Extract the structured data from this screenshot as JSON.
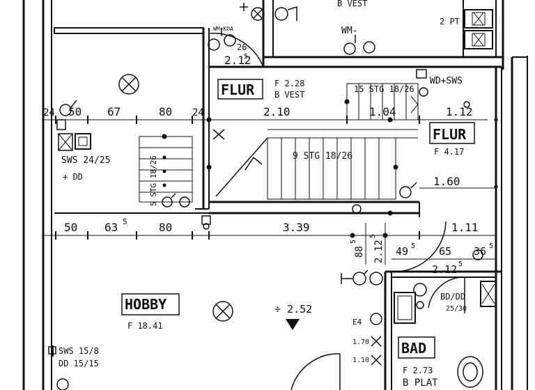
{
  "rooms": {
    "flur_upper": {
      "name": "FLUR",
      "area": "F 2.28",
      "floor": "B VEST"
    },
    "flur_right": {
      "name": "FLUR",
      "area": "F 4.17"
    },
    "hobby": {
      "name": "HOBBY",
      "area": "F 18.41"
    },
    "bad": {
      "name": "BAD",
      "area": "F 2.73",
      "floor": "B PLAT"
    }
  },
  "top": {
    "b_vest": "B VEST",
    "two_pt": "2 PT",
    "wm": "WM-",
    "wmkoa": "WM+KOA",
    "dim_212": "2.12",
    "dim_212_sup": "5",
    "dim_26": "26"
  },
  "stairs": {
    "upper": "15 STG 18/26",
    "lower": "9 STG 18/26",
    "side": "5 STG 18/26"
  },
  "labels": {
    "wd_sws": "WD+SWS",
    "sws_top": "SWS 24/25",
    "dd_top": "+ DD",
    "sws_bottom": "SWS 15/8",
    "dd_bottom": "DD   15/15",
    "bd_dd": "BD/DD",
    "bd_dd_size": "25/30",
    "level": "÷ 2.52",
    "e_label": "E4",
    "h_170": "1.70",
    "h_110": "1.10"
  },
  "dims_top_row": {
    "d24a": "24",
    "d50": "50",
    "d67": "67",
    "d80": "80",
    "d24b": "24",
    "d210": "2.10",
    "d104": "1.04",
    "d112": "1.12"
  },
  "dims_bottom_row": {
    "d50": "50",
    "d63": "63",
    "d63_sup": "5",
    "d80": "80",
    "d339": "3.39",
    "d111": "1.11",
    "d160": "1.60"
  },
  "dims_vertical": {
    "d88": "88",
    "d88_sup": "5",
    "d2125": "2.12",
    "d2125_sup": "5"
  },
  "dims_bath_row": {
    "d49": "49",
    "d49_sup": "5",
    "d65": "65",
    "d36": "36",
    "d36_sup": "5",
    "d212": "2.12",
    "d212_sup": "5"
  },
  "colors": {
    "ink": "#111111",
    "paper": "#fdfdfb"
  }
}
